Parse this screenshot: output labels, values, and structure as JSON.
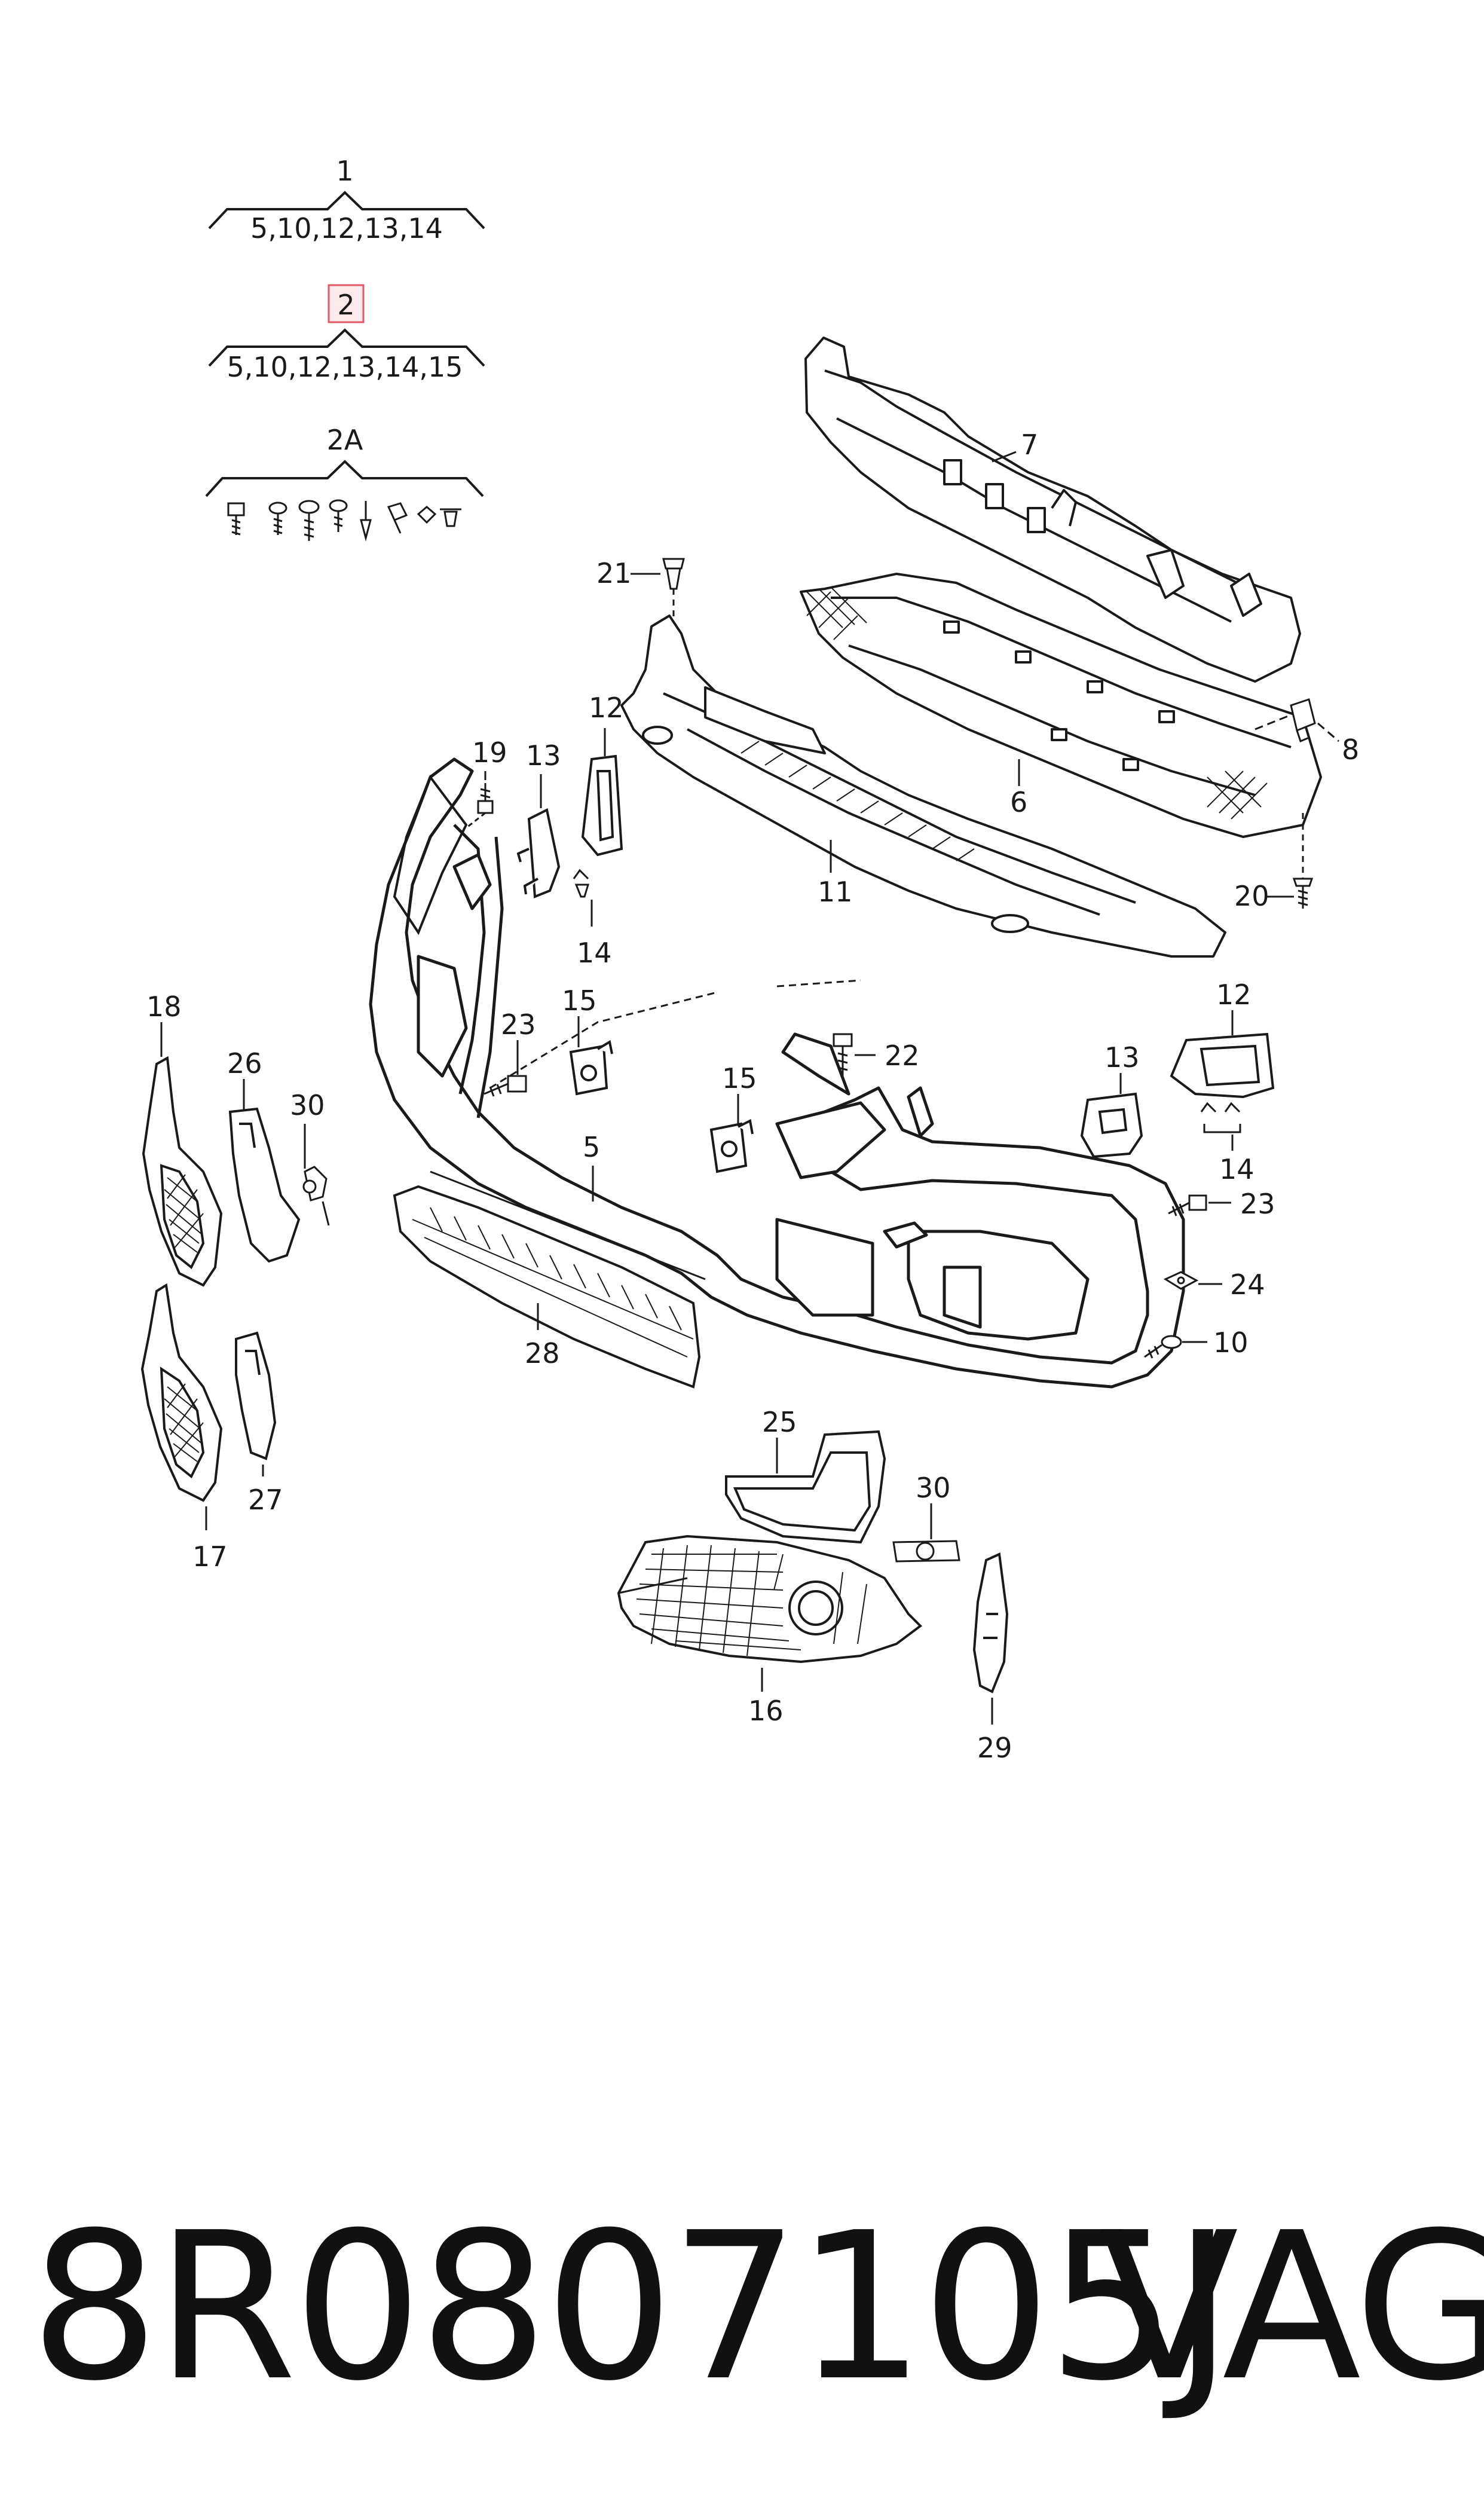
{
  "groups": [
    {
      "id": "1",
      "items": "5,10,12,13,14"
    },
    {
      "id": "2",
      "items": "5,10,12,13,14,15",
      "highlight": true
    },
    {
      "id": "2A",
      "items": ""
    }
  ],
  "labels": {
    "l7": "7",
    "l21": "21",
    "l8": "8",
    "l6": "6",
    "l20": "20",
    "l11": "11",
    "l12a": "12",
    "l19": "19",
    "l13a": "13",
    "l14a": "14",
    "l18": "18",
    "l26": "26",
    "l30a": "30",
    "l23a": "23",
    "l15a": "15",
    "l22": "22",
    "l15b": "15",
    "l13b": "13",
    "l12b": "12",
    "l14b": "14",
    "l5": "5",
    "l23b": "23",
    "l28": "28",
    "l24": "24",
    "l10": "10",
    "l27": "27",
    "l17": "17",
    "l25": "25",
    "l30b": "30",
    "l16": "16",
    "l29": "29"
  },
  "footer": {
    "part_number": "8R0807105J",
    "brand": "VAG"
  },
  "colors": {
    "line": "#1a1a1a",
    "highlight": "#e05a6a",
    "highlight_fill": "#fde8ea",
    "background": "#ffffff"
  }
}
